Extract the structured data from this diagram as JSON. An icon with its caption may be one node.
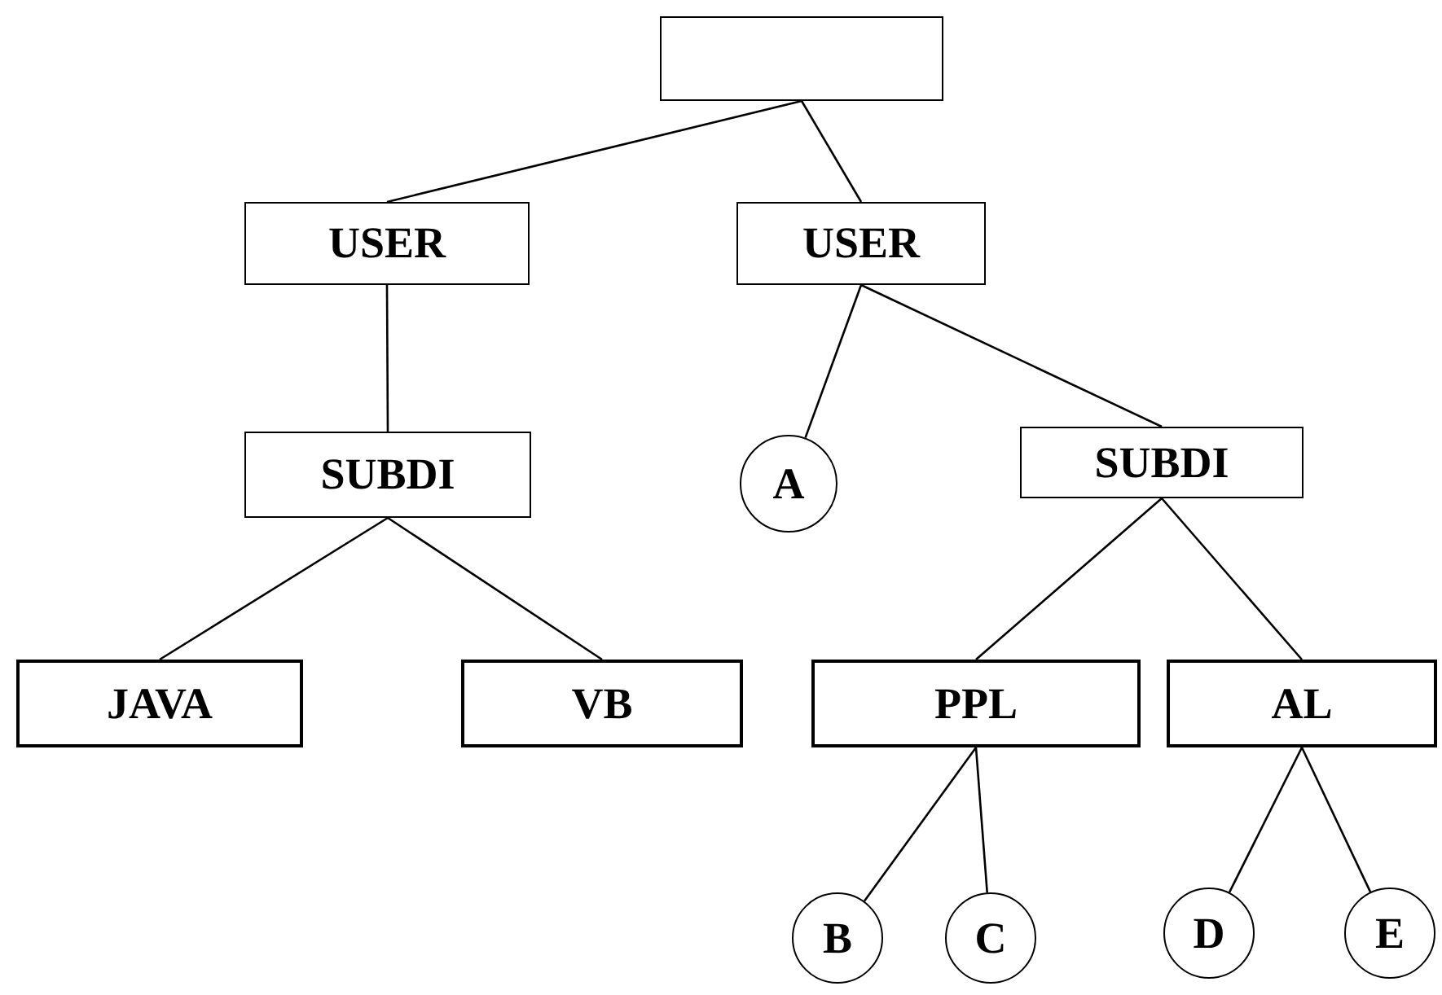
{
  "diagram": {
    "nodes": [
      {
        "text": [],
        "shape": "box"
      },
      {
        "text": [
          "USER"
        ]
      },
      {
        "text": [
          "USER"
        ]
      },
      {
        "text": [
          "SUBDI"
        ]
      },
      {
        "text": [
          "A"
        ]
      },
      {
        "text": [
          "SUBDI"
        ]
      },
      {
        "text": [
          "JAVA"
        ]
      },
      {
        "text": [
          "VB"
        ]
      },
      {
        "text": [
          "PPL"
        ]
      },
      {
        "text": [
          "AL"
        ]
      },
      {
        "text": [
          "B"
        ]
      },
      {
        "text": [
          "C"
        ]
      },
      {
        "text": [
          "D"
        ]
      },
      {
        "text": [
          "E"
        ]
      }
    ],
    "edges": [
      {
        "from": 0,
        "to": 1,
        "arrow": "none"
      },
      {
        "from": 0,
        "to": 2,
        "arrow": "none"
      },
      {
        "from": 1,
        "to": 3,
        "arrow": "none"
      },
      {
        "from": 2,
        "to": 4,
        "arrow": "none"
      },
      {
        "from": 2,
        "to": 5,
        "arrow": "none"
      },
      {
        "from": 3,
        "to": 6,
        "arrow": "none"
      },
      {
        "from": 3,
        "to": 7,
        "arrow": "none"
      },
      {
        "from": 5,
        "to": 8,
        "arrow": "none"
      },
      {
        "from": 5,
        "to": 9,
        "arrow": "none"
      },
      {
        "from": 8,
        "to": 10,
        "arrow": "none"
      },
      {
        "from": 8,
        "to": 11,
        "arrow": "none"
      },
      {
        "from": 9,
        "to": 12,
        "arrow": "none"
      },
      {
        "from": 9,
        "to": 13,
        "arrow": "none"
      }
    ]
  }
}
